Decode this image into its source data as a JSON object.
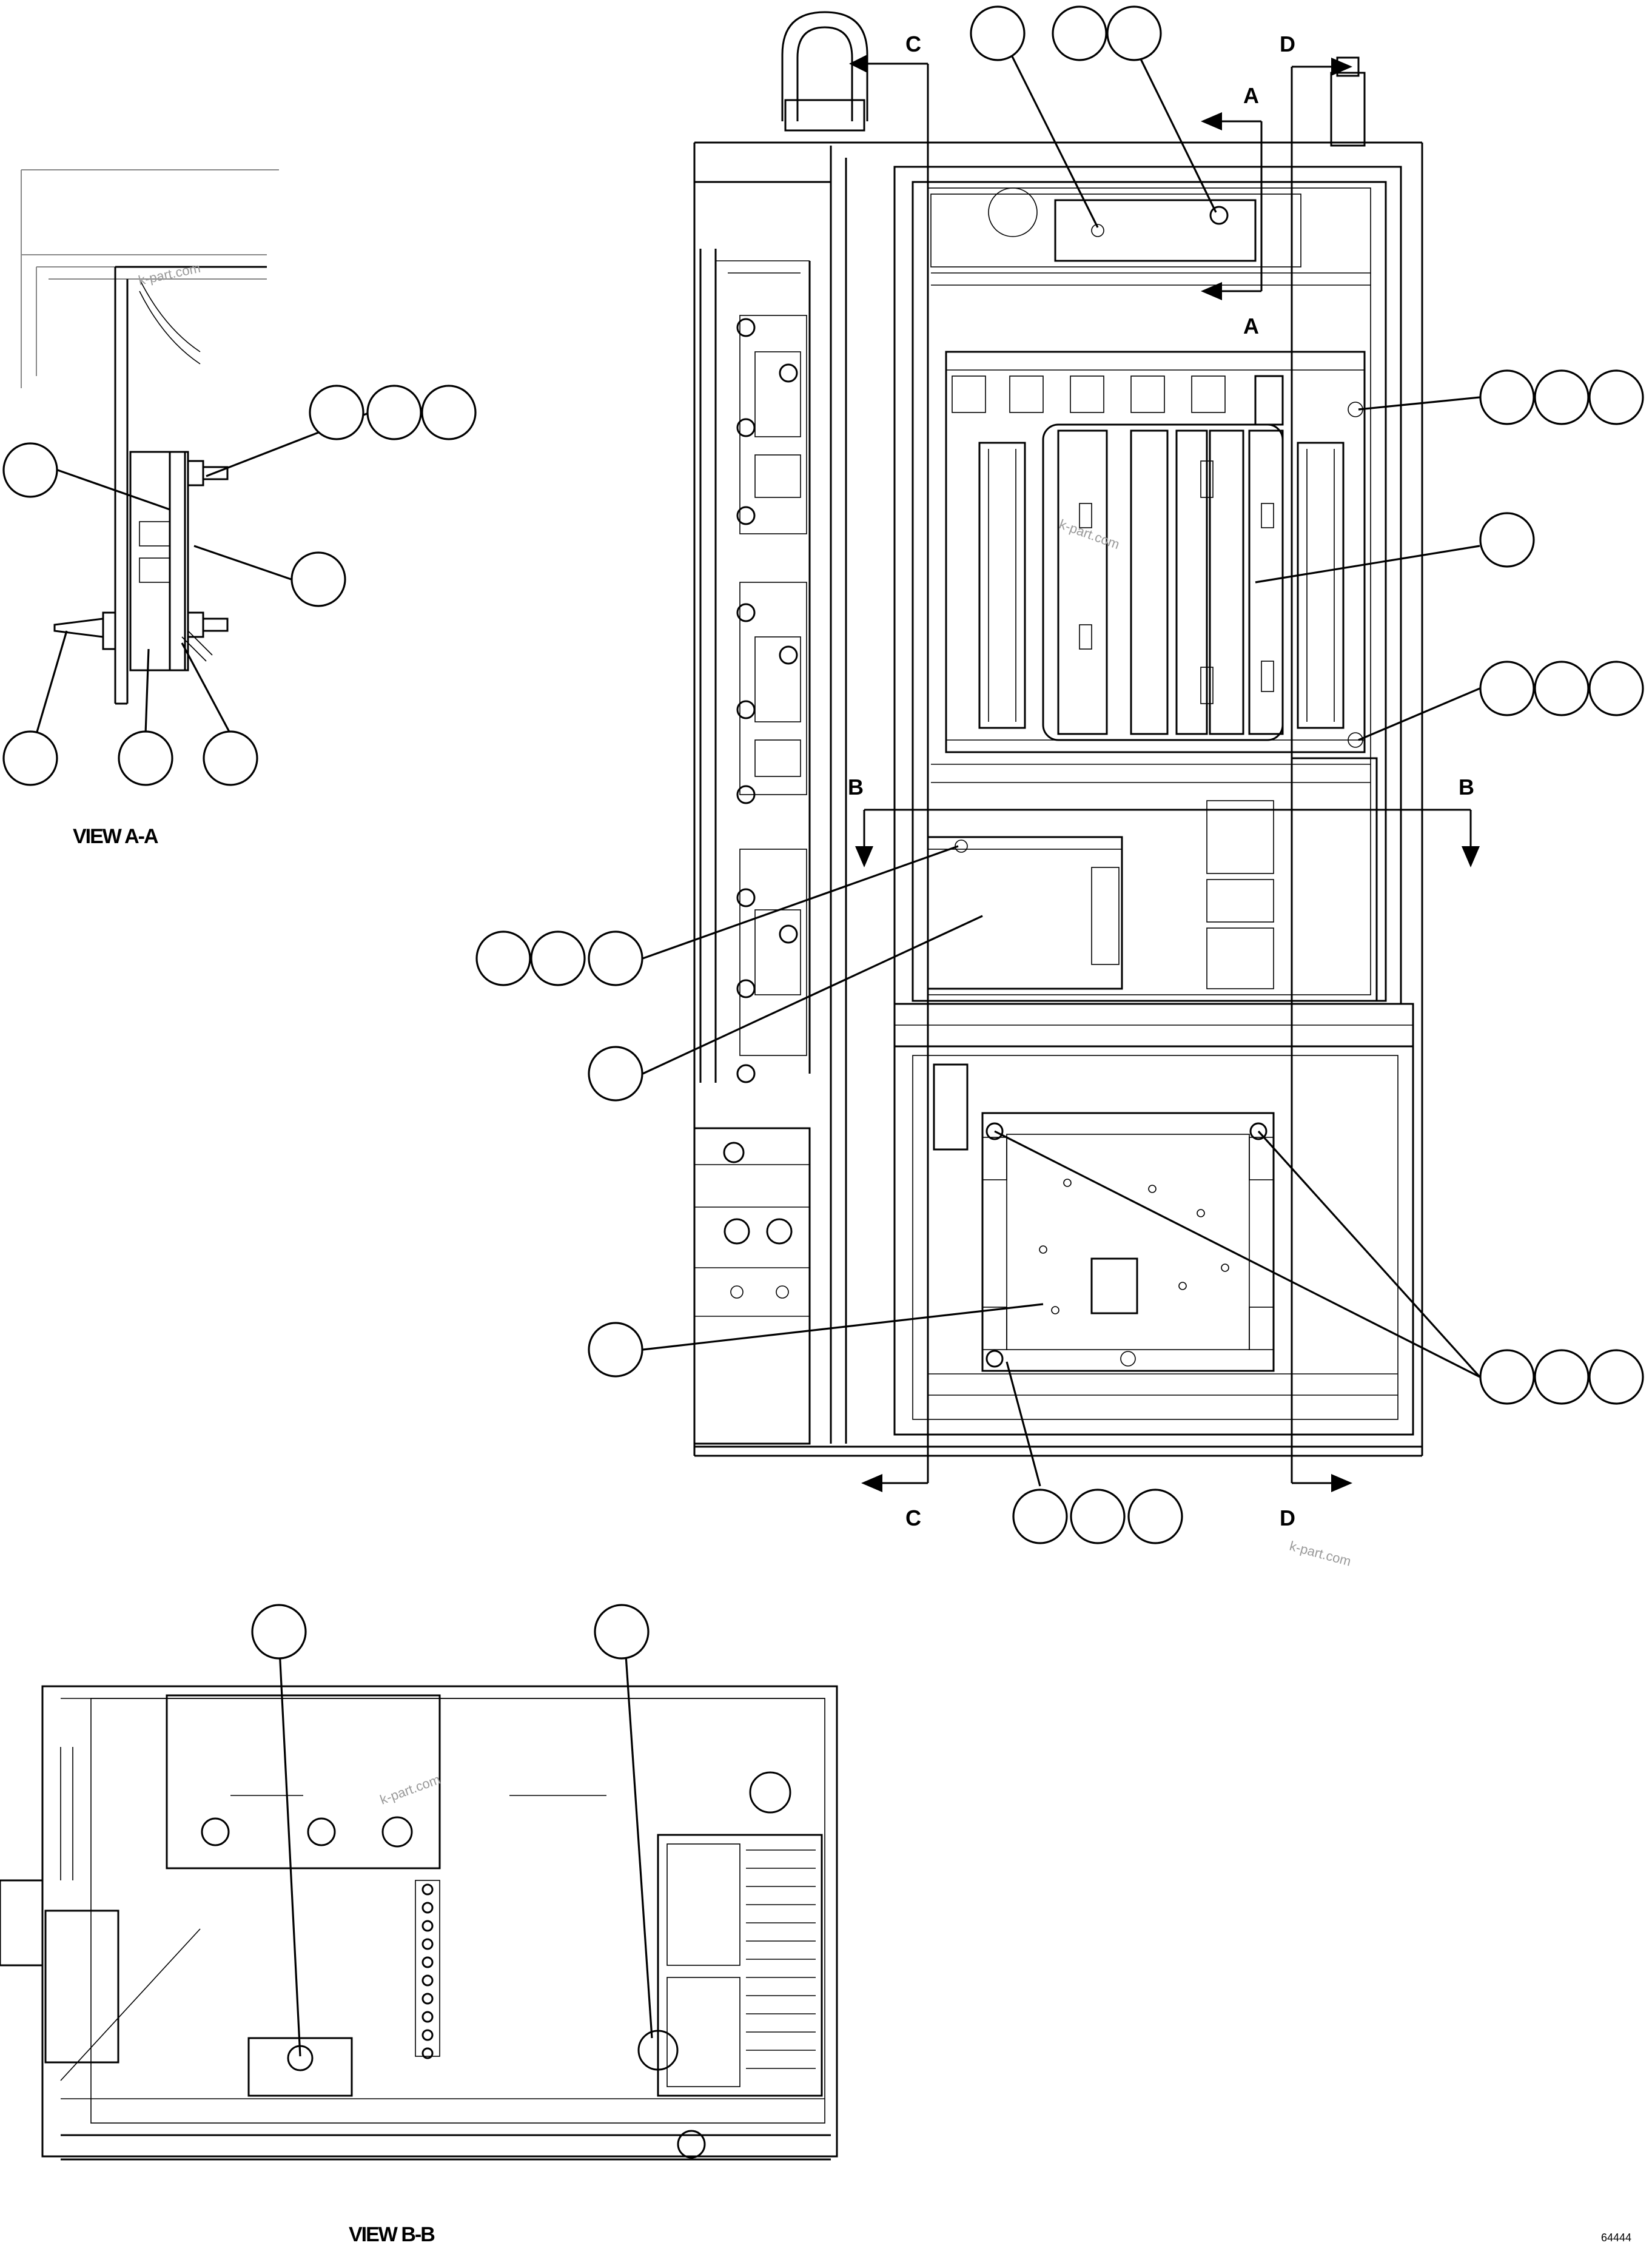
{
  "drawing": {
    "views": {
      "view_aa": "VIEW A-A",
      "view_bb": "VIEW B-B"
    },
    "section_markers": {
      "c_top": "C",
      "c_bottom": "C",
      "d_top": "D",
      "d_bottom": "D",
      "a_top": "A",
      "a_bottom": "A",
      "b_left": "B",
      "b_right": "B"
    },
    "watermarks": [
      "k-part.com",
      "k-part.com",
      "k-part.com",
      "k-part.com"
    ],
    "drawing_code": "64444"
  }
}
